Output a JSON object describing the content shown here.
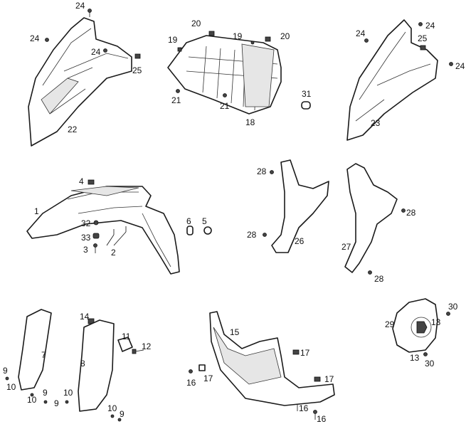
{
  "diagram": {
    "title": "Body panels exploded parts view",
    "callouts": [
      "24",
      "24",
      "24",
      "25",
      "22",
      "20",
      "19",
      "19",
      "20",
      "21",
      "21",
      "18",
      "31",
      "24",
      "24",
      "25",
      "24",
      "23",
      "4",
      "1",
      "32",
      "33",
      "3",
      "2",
      "6",
      "5",
      "28",
      "28",
      "26",
      "28",
      "27",
      "28",
      "14",
      "11",
      "12",
      "8",
      "7",
      "9",
      "10",
      "10",
      "9",
      "10",
      "9",
      "10",
      "9",
      "15",
      "17",
      "16",
      "17",
      "17",
      "16",
      "16",
      "13",
      "30",
      "29",
      "13",
      "30"
    ]
  }
}
